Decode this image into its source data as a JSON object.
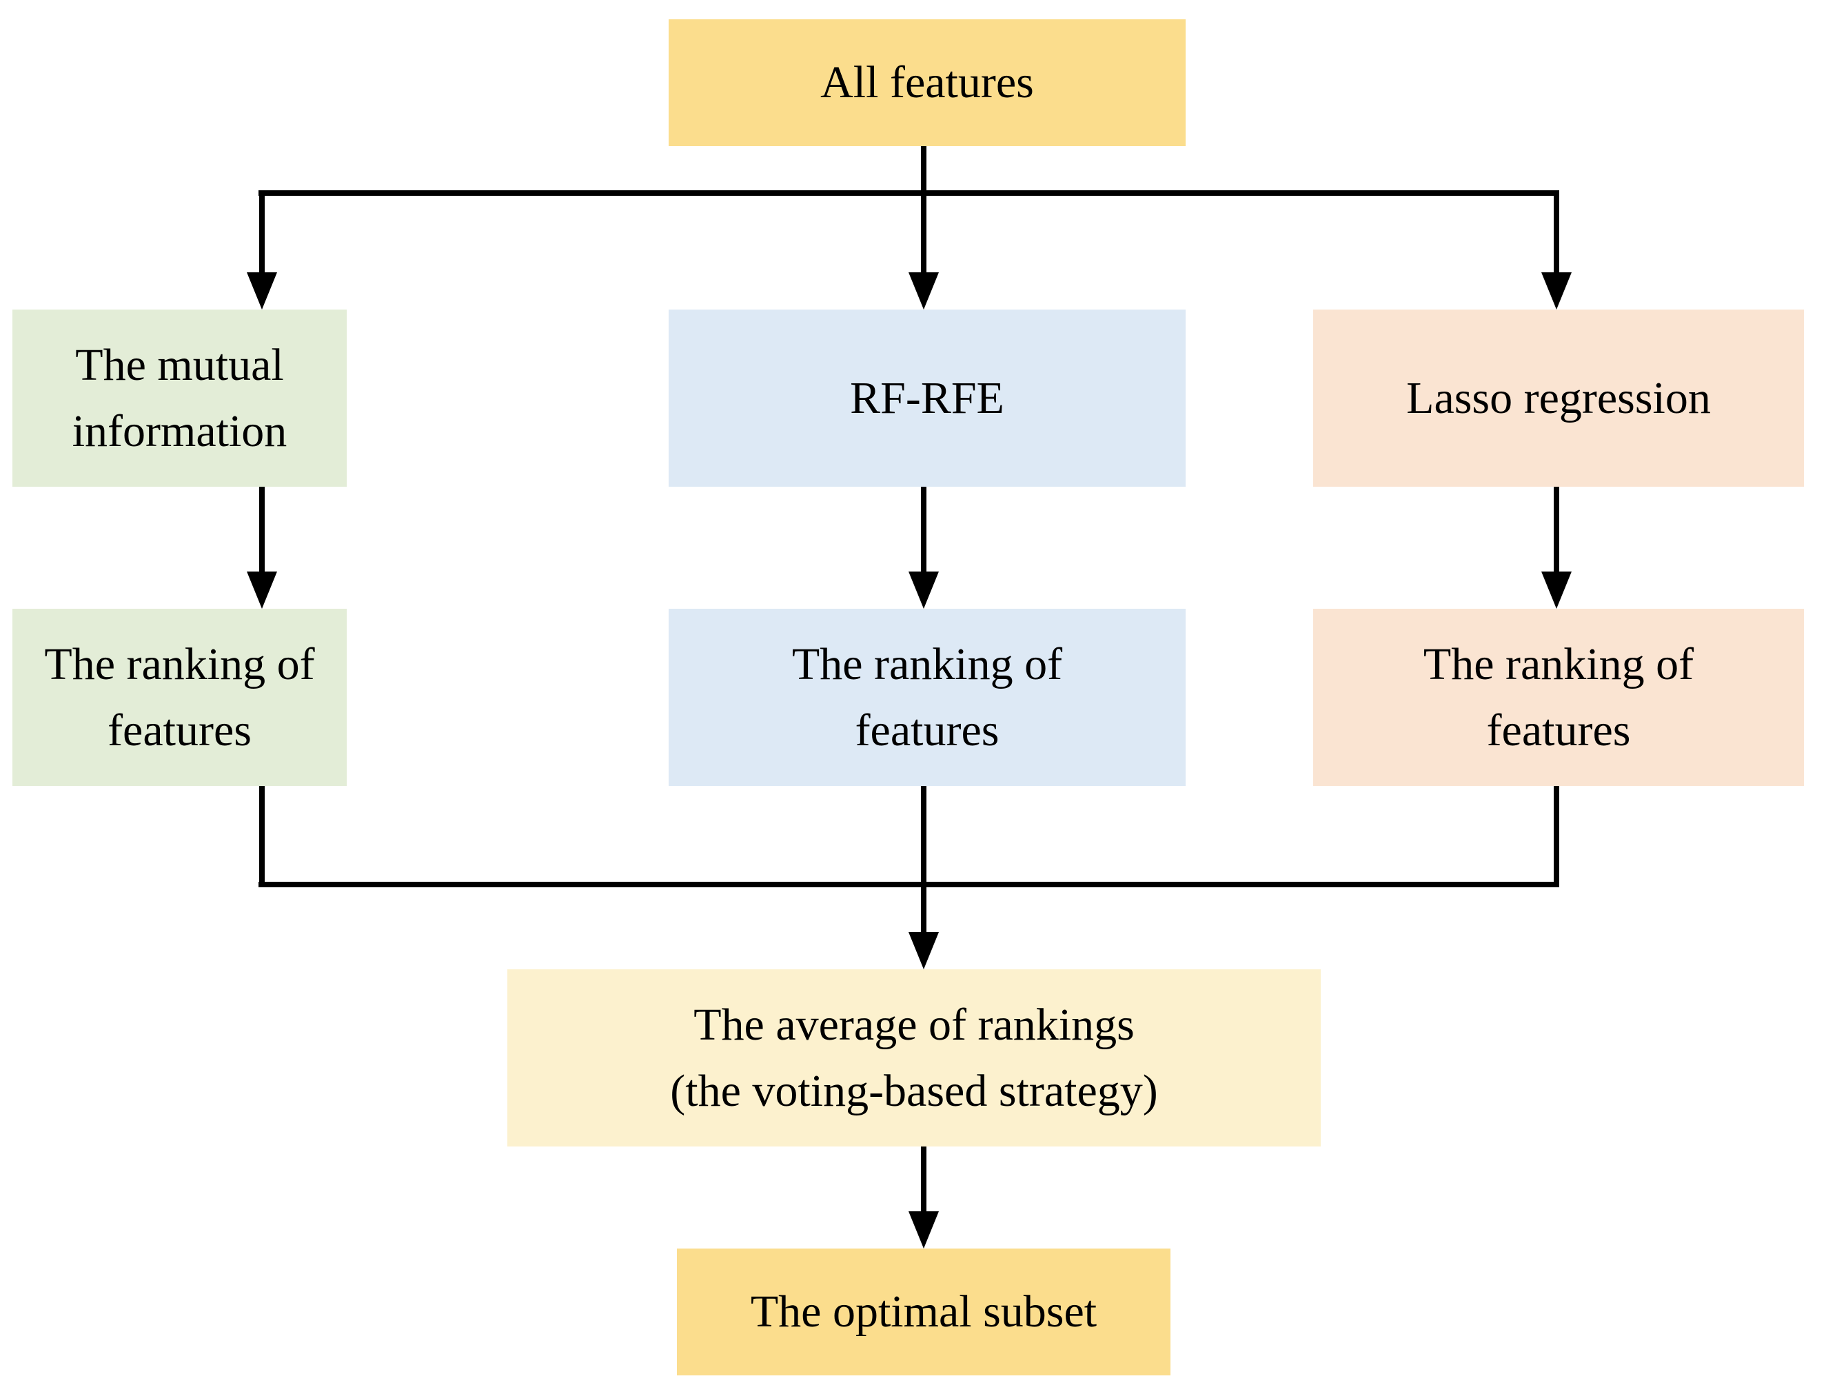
{
  "diagram": {
    "colors": {
      "gold": "#fbdd8d",
      "green": "#e3edd7",
      "blue": "#dde9f5",
      "peach": "#fae4d2",
      "cream": "#fcf1ce",
      "line": "#000000",
      "text": "#000000"
    },
    "nodes": {
      "all_features": {
        "lines": [
          "All features"
        ]
      },
      "mutual_information": {
        "lines": [
          "The mutual",
          "information"
        ]
      },
      "rf_rfe": {
        "lines": [
          "RF-RFE"
        ]
      },
      "lasso_regression": {
        "lines": [
          "Lasso regression"
        ]
      },
      "ranking_mutual_information": {
        "lines": [
          "The ranking of",
          "features"
        ]
      },
      "ranking_rf_rfe": {
        "lines": [
          "The ranking of",
          "features"
        ]
      },
      "ranking_lasso": {
        "lines": [
          "The ranking of",
          "features"
        ]
      },
      "average_rankings": {
        "lines": [
          "The average of rankings",
          "(the voting-based strategy)"
        ]
      },
      "optimal_subset": {
        "lines": [
          "The optimal subset"
        ]
      }
    }
  }
}
